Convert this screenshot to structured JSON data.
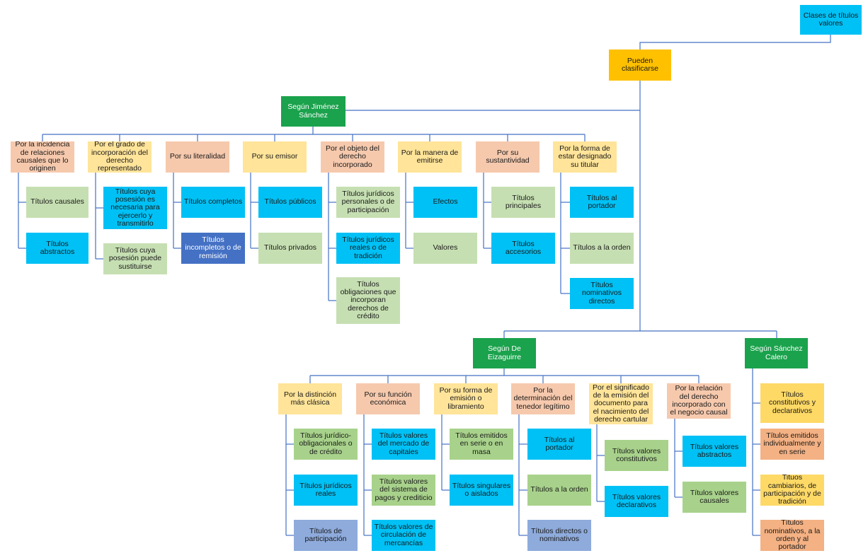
{
  "palette": {
    "blue": "#00c1f5",
    "gold": "#ffc000",
    "green": "#1aa24c",
    "peach": "#f6c9ad",
    "yellow": "#ffe499",
    "lightgreen": "#c6dfb2",
    "darkblue": "#4471c4",
    "periwinkle": "#8eabdc",
    "midgreen": "#a8d28b",
    "gold2": "#fed966",
    "orange": "#f4b183",
    "line": "#4472c4"
  },
  "nodes": {
    "root": "Clases de títulos valores",
    "pueden": "Pueden clasificarse",
    "jimenez": "Según Jiménez Sánchez",
    "dezaguirre": "Según De Eizaguirre",
    "sanchez": "Según Sánchez Calero",
    "j1": "Por la incidencia de relaciones causales que lo originen",
    "j1a": "Títulos causales",
    "j1b": "Títulos abstractos",
    "j2": "Por el grado de incorporación del derecho representado",
    "j2a": "Títulos cuya posesión es necesaria para ejercerlo y transmitirlo",
    "j2b": "Títulos cuya posesión puede sustituirse",
    "j3": "Por su literalidad",
    "j3a": "Títulos completos",
    "j3b": "Títulos incompletos o de remisión",
    "j4": "Por su emisor",
    "j4a": "Títulos públicos",
    "j4b": "Títulos privados",
    "j5": "Por el objeto del derecho incorporado",
    "j5a": "Títulos jurídicos personales o de participación",
    "j5b": "Títulos jurídicos reales o de tradición",
    "j5c": "Títulos obligaciones que incorporan derechos de crédito",
    "j6": "Por la manera de emitirse",
    "j6a": "Efectos",
    "j6b": "Valores",
    "j7": "Por su sustantividad",
    "j7a": "Títulos principales",
    "j7b": "Títulos accesorios",
    "j8": "Por la forma de estar designado su titular",
    "j8a": "Títulos al portador",
    "j8b": "Títulos a la orden",
    "j8c": "Títulos nominativos directos",
    "e1": "Por la distinción más clásica",
    "e1a": "Títulos jurídico-obligacionales o de crédito",
    "e1b": "Títulos jurídicos reales",
    "e1c": "Títulos de participación",
    "e2": "Por su función económica",
    "e2a": "Títulos valores del mercado de capitales",
    "e2b": "Títulos valores del sistema de pagos y crediticio",
    "e2c": "Títulos valores de circulación de mercancías",
    "e3": "Por su forma de emisión o libramiento",
    "e3a": "Títulos emitidos en serie o en masa",
    "e3b": "Títulos singulares o aislados",
    "e4": "Por la determinación del tenedor legítimo",
    "e4a": "Títulos al portador",
    "e4b": "Títulos a la orden",
    "e4c": "Títulos directos o nominativos",
    "e5": "Por el significado de la emisión del documento para el nacimiento del derecho cartular",
    "e5a": "Títulos valores constitutivos",
    "e5b": "Títulos valores declarativos",
    "e6": "Por la relación del derecho incorporado con el negocio causal",
    "e6a": "Títulos valores abstractos",
    "e6b": "Títulos valores causales",
    "s1": "Títulos constitutivos y declarativos",
    "s2": "Títulos emitidos individualmente y en serie",
    "s3": "Tituos cambiarios, de participación y de tradición",
    "s4": "Títulos nominativos, a la orden y al portador"
  }
}
